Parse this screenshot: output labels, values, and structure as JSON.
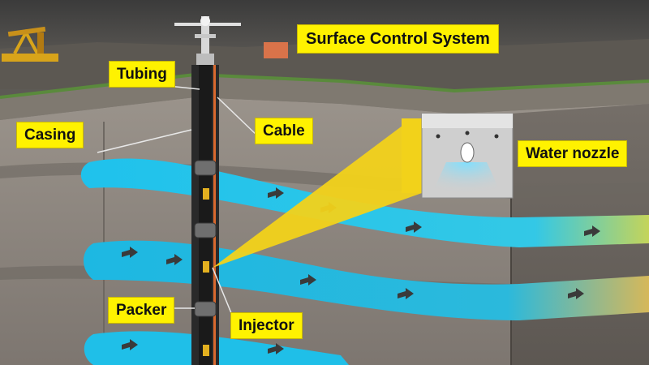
{
  "labels": {
    "surface_control_system": "Surface Control System",
    "tubing": "Tubing",
    "casing": "Casing",
    "cable": "Cable",
    "water_nozzle": "Water nozzle",
    "packer": "Packer",
    "injector": "Injector"
  },
  "colors": {
    "label_background": "#fff200",
    "water": "#22c4ea",
    "rock": "#8a8580",
    "sky": "#4a4a4a",
    "ground_line": "#5a8a3c"
  }
}
